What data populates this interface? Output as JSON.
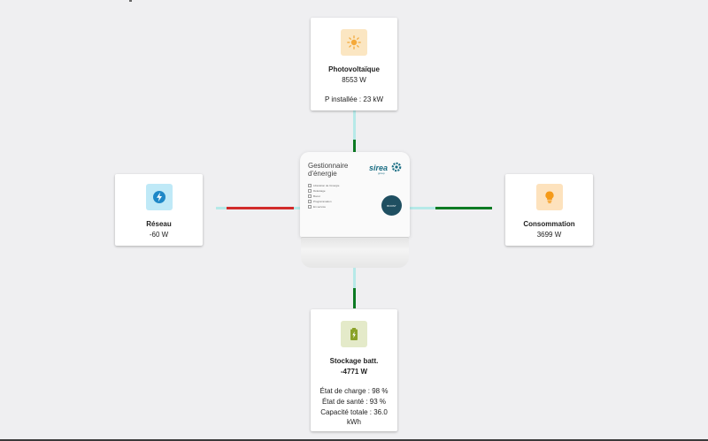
{
  "colors": {
    "pv_line_light": "#b6e9e8",
    "flow_green": "#0c7a23",
    "flow_red": "#d12b2b",
    "pv_icon_bg": "#fbe6c2",
    "pv_icon": "#f4a93a",
    "grid_icon_bg": "#bfe9f7",
    "grid_icon": "#1e88c7",
    "cons_icon_bg": "#fde2bd",
    "cons_icon": "#f59a18",
    "batt_icon_bg": "#e4eac9",
    "batt_icon": "#8aa229"
  },
  "pv": {
    "icon": "sun-icon",
    "title": "Photovoltaïque",
    "value": "8553 W",
    "installed": "P installée : 23 kW"
  },
  "grid": {
    "icon": "lightning-icon",
    "title": "Réseau",
    "value": "-60 W"
  },
  "consumption": {
    "icon": "lightbulb-icon",
    "title": "Consommation",
    "value": "3699 W"
  },
  "battery": {
    "icon": "battery-charging-icon",
    "title": "Stockage batt.",
    "value": "-4771 W",
    "charge": "État de charge : 98 %",
    "health": "État de santé : 93 %",
    "capacity": "Capacité totale : 36.0 kWh"
  },
  "device": {
    "heading_line1": "Gestionnaire",
    "heading_line2": "d'énergie",
    "logo": "sirea",
    "logo_sub": "group",
    "menu": [
      "Libération de l'énergie",
      "Délestage",
      "Boost",
      "Programmation",
      "En service"
    ],
    "boost_label": "BOOST"
  }
}
